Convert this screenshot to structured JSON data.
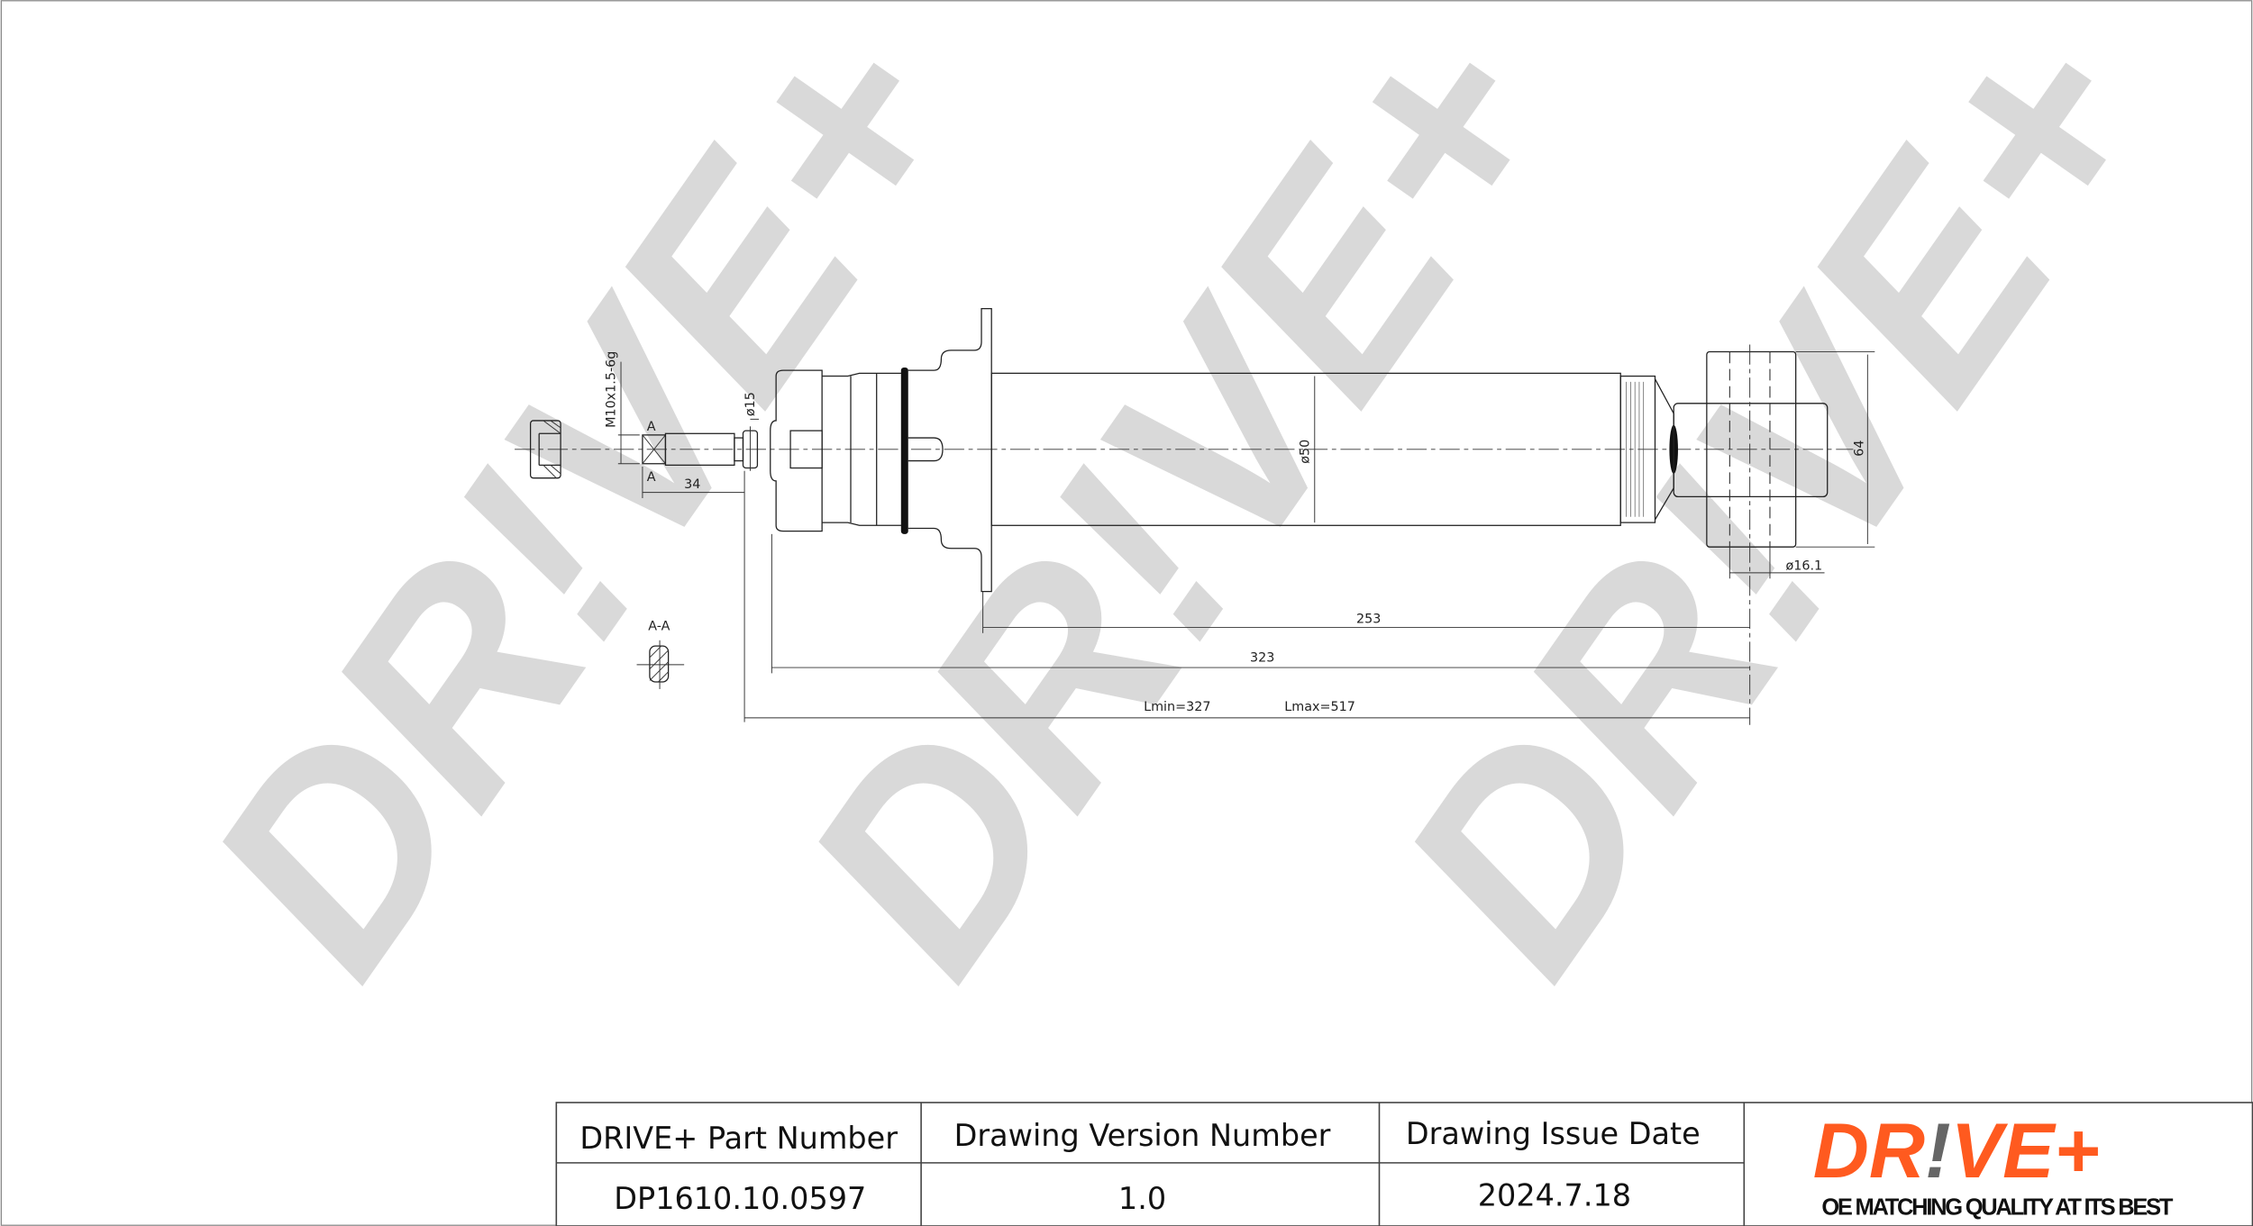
{
  "watermark": {
    "text": "DR!VE+",
    "color": "#d9d9d9"
  },
  "drawing": {
    "thread_label": "M10x1.5-6g",
    "section_mark_top": "A",
    "section_mark_bottom": "A",
    "section_view_label": "A-A",
    "dims": {
      "stud_length": "34",
      "rod_diameter": "ø15",
      "body_diameter": "ø50",
      "eye_width": "64",
      "bushing_bore": "ø16.1",
      "body_length": "253",
      "overall_323": "323",
      "lmin": "Lmin=327",
      "lmax": "Lmax=517"
    }
  },
  "title_block": {
    "headers": [
      "DRIVE+ Part Number",
      "Drawing Version Number",
      "Drawing Issue Date"
    ],
    "values": [
      "DP1610.10.0597",
      "1.0",
      "2024.7.18"
    ]
  },
  "logo": {
    "brand_left": "DR",
    "brand_bang": "!",
    "brand_right": "VE+",
    "tagline": "OE MATCHING QUALITY AT ITS BEST",
    "brand_color": "#ff5a1f",
    "bang_color": "#666666"
  }
}
